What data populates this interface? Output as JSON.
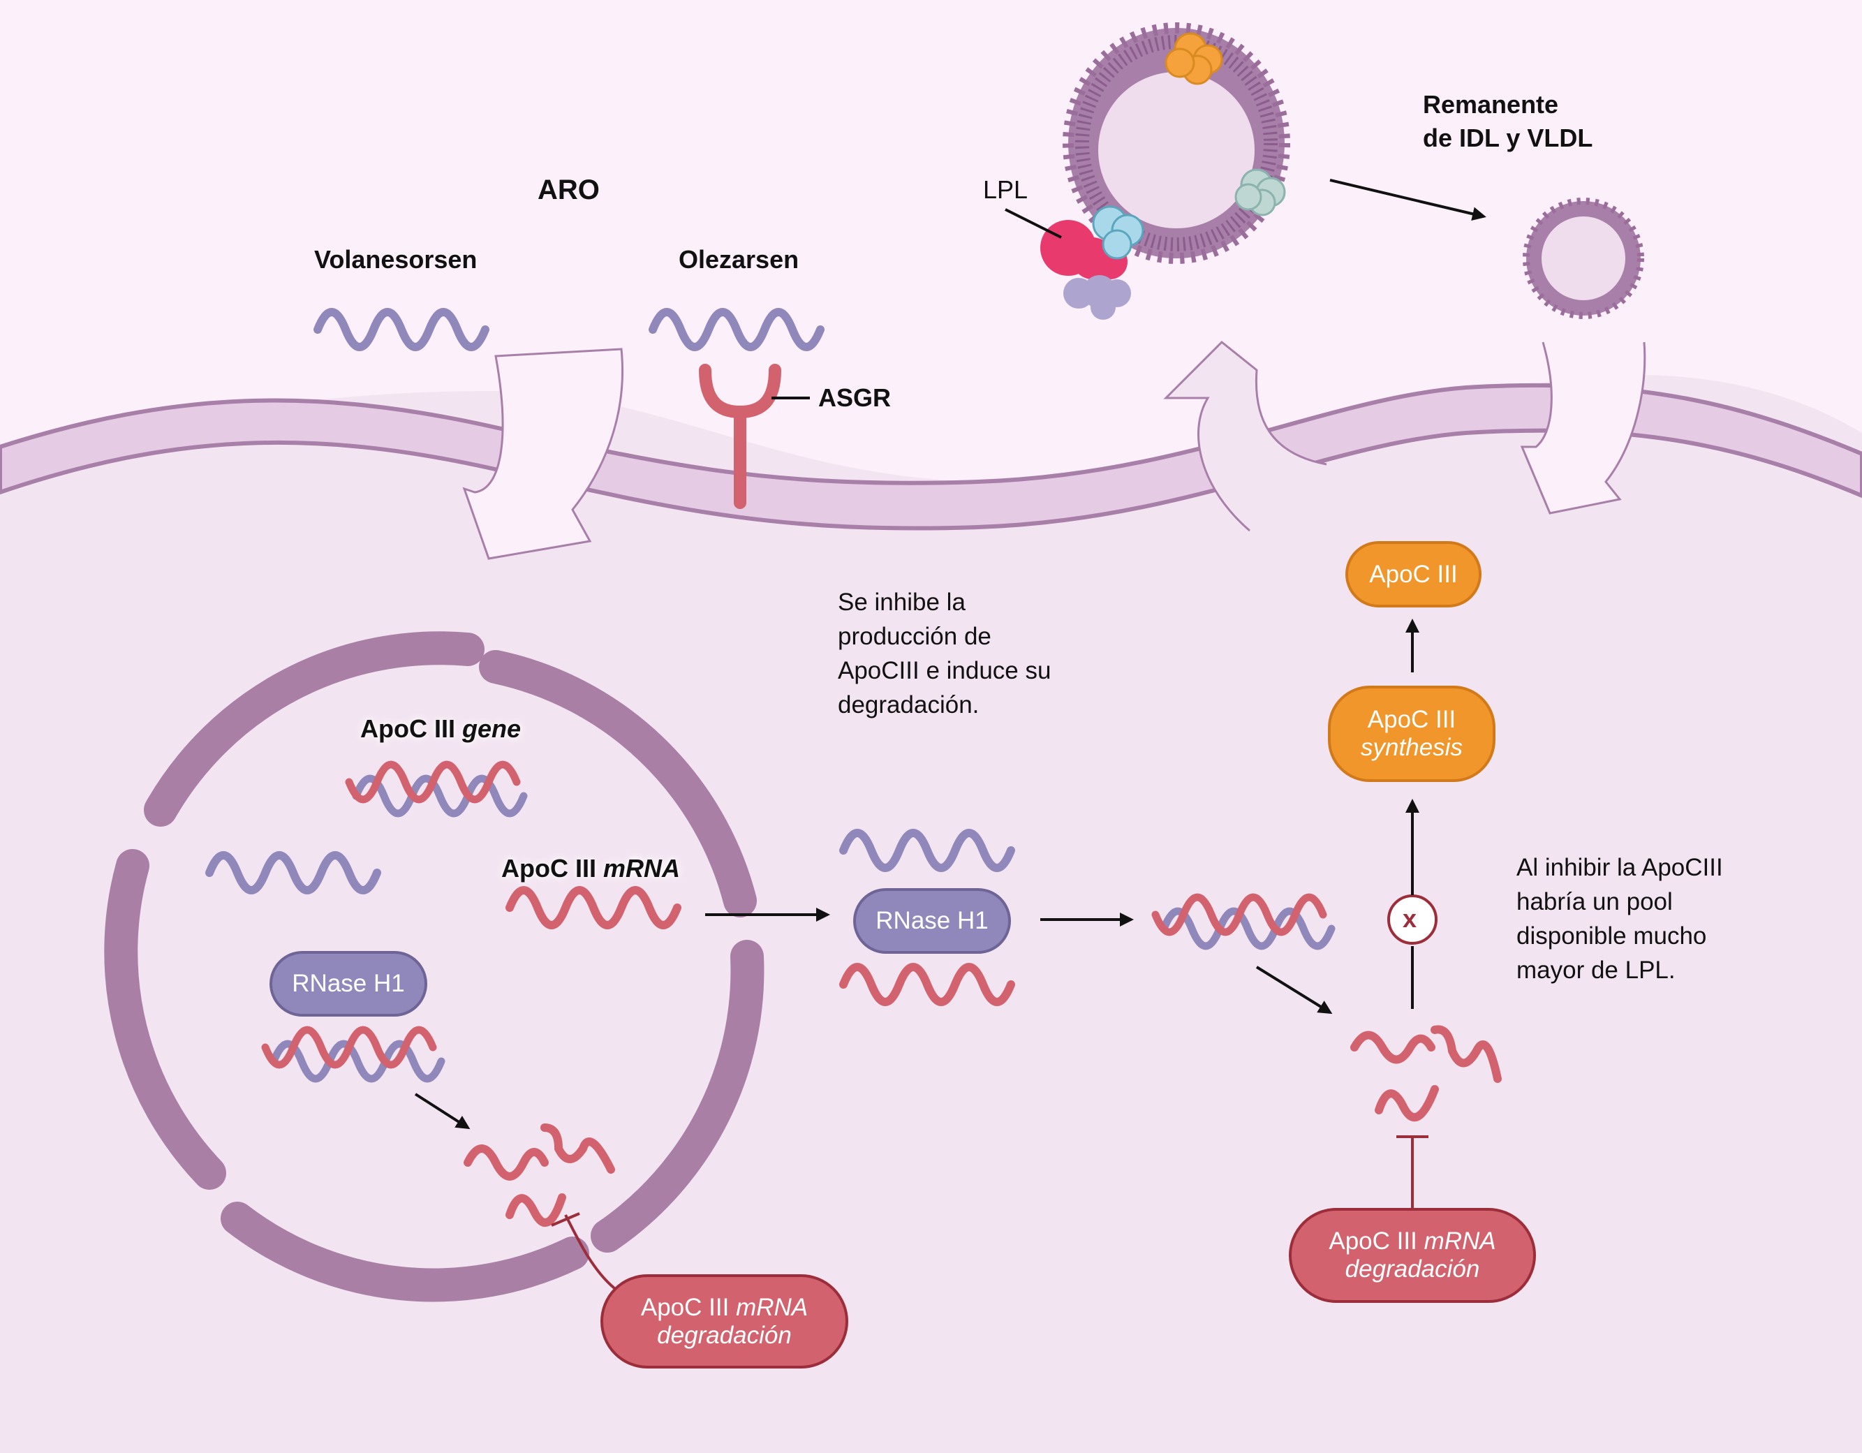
{
  "diagram": {
    "title": "ARO",
    "drugs": [
      {
        "name": "Volanesorsen"
      },
      {
        "name": "Olezarsen"
      }
    ],
    "receptor_label": "ASGR",
    "lipoprotein": {
      "enzyme_label": "LPL",
      "remnant_label_line1": "Remanente",
      "remnant_label_line2": "de IDL y VLDL"
    },
    "nucleus": {
      "gene_label": "ApoC III",
      "gene_label_italic": "gene",
      "mrna_label": "ApoC III",
      "mrna_label_italic": "mRNA",
      "rnase_label": "RNase H1",
      "degradation": {
        "line1": "ApoC III",
        "line1_italic": "mRNA",
        "line2": "degradación"
      }
    },
    "cytoplasm": {
      "rnase_label": "RNase H1",
      "note_inhibition": "Se inhibe la\nproducción de\nApoCIII e induce su\ndegradación.",
      "note_lpl": "Al inhibir la ApoCIII\nhabría un pool\ndisponible mucho\nmayor de LPL.",
      "synthesis": {
        "line1": "ApoC III",
        "line2": "synthesis"
      },
      "protein_label": "ApoC III",
      "block_symbol": "x",
      "degradation": {
        "line1": "ApoC III",
        "line1_italic": "mRNA",
        "line2": "degradación"
      }
    },
    "colors": {
      "aso_strand": "#9088bb",
      "mrna_strand": "#d2636e",
      "membrane": "#e5cce4",
      "membrane_edge": "#a77fa8",
      "nucleus_envelope": "#a97fa6",
      "apoc3_orange": "#f0962a",
      "lpl_pink": "#e83a6c",
      "extracellular_bg": "#fcf0fa",
      "cytoplasm_bg": "#f3e4f1"
    }
  }
}
